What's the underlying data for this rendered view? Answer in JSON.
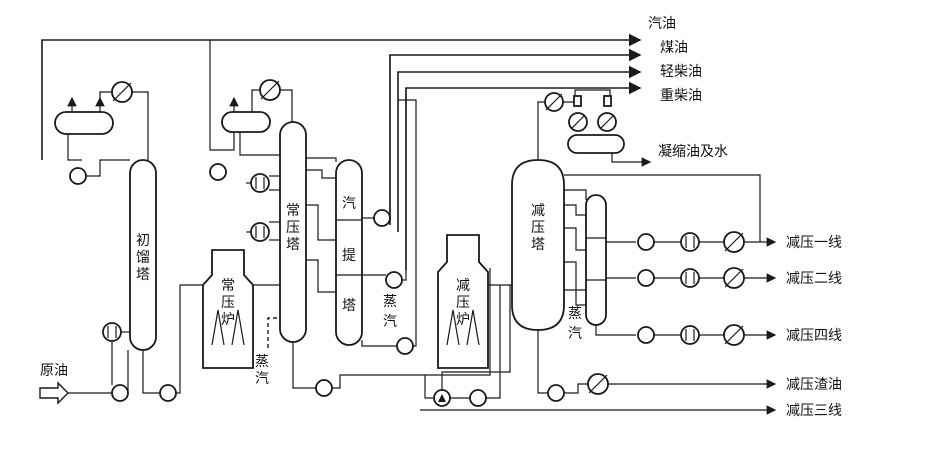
{
  "products": {
    "gasoline": "汽油",
    "kerosene": "煤油",
    "light_diesel": "轻柴油",
    "heavy_diesel": "重柴油",
    "condensate_water": "凝缩油及水"
  },
  "inputs": {
    "crude_oil": "原油"
  },
  "equipment": {
    "pre_flash_tower": [
      "初",
      "馏",
      "塔"
    ],
    "atm_furnace": [
      "常",
      "压",
      "炉"
    ],
    "atm_tower": [
      "常",
      "压",
      "塔"
    ],
    "stripper": [
      "汽",
      "提",
      "塔"
    ],
    "vac_furnace": [
      "减",
      "压",
      "炉"
    ],
    "vac_tower": [
      "减",
      "压",
      "塔"
    ]
  },
  "steam": {
    "steam_atm": [
      "蒸",
      "汽"
    ],
    "steam_stripper": [
      "蒸",
      "汽"
    ],
    "steam_vac": [
      "蒸",
      "汽"
    ]
  },
  "vacuum_outputs": {
    "vac_line1": "减压一线",
    "vac_line2": "减压二线",
    "vac_line4": "减压四线",
    "vac_residue": "减压渣油",
    "vac_line3": "减压三线"
  }
}
